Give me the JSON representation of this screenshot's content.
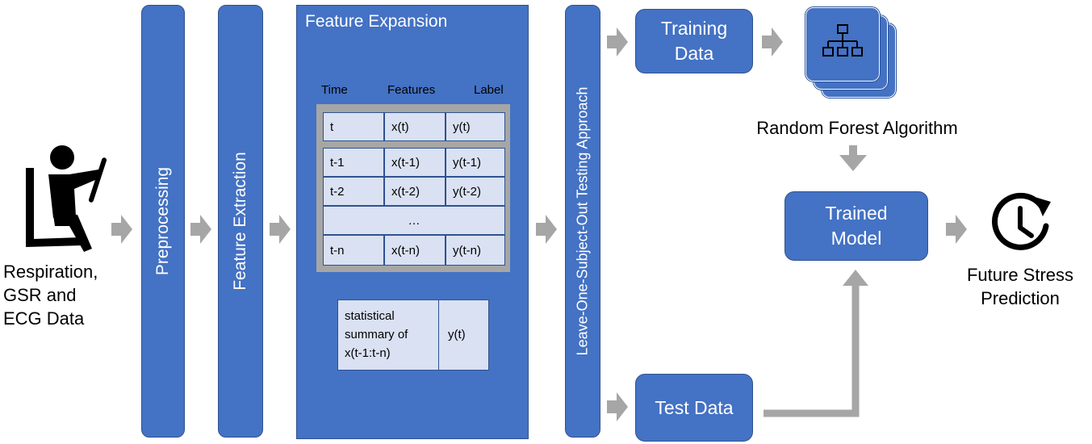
{
  "input": {
    "label_lines": [
      "Respiration,",
      "GSR and",
      "ECG Data"
    ],
    "icon": "person-seated-icon"
  },
  "stages": {
    "preprocessing": "Preprocessing",
    "feature_extraction": "Feature Extraction",
    "feature_expansion": "Feature Expansion",
    "loso": "Leave-One-Subject-Out Testing Approach"
  },
  "table": {
    "headers": {
      "time": "Time",
      "features": "Features",
      "label": "Label"
    },
    "current_row": [
      "t",
      "x(t)",
      "y(t)"
    ],
    "rows": [
      [
        "t-1",
        "x(t-1)",
        "y(t-1)"
      ],
      [
        "t-2",
        "x(t-2)",
        "y(t-2)"
      ]
    ],
    "ellipsis": "…",
    "last_row": [
      "t-n",
      "x(t-n)",
      "y(t-n)"
    ]
  },
  "summary": {
    "lines": [
      "statistical",
      "summary of",
      "x(t-1:t-n)"
    ],
    "label": "y(t)"
  },
  "training_data": [
    "Training",
    "Data"
  ],
  "test_data": "Test Data",
  "algorithm": {
    "label": "Random Forest Algorithm",
    "icon": "hierarchy-tree-icon"
  },
  "trained_model": [
    "Trained",
    "Model"
  ],
  "output": {
    "label_lines": [
      "Future Stress",
      "Prediction"
    ],
    "icon": "clock-refresh-icon"
  },
  "colors": {
    "box": "#4472c4",
    "box_border": "#2f528f",
    "cell": "#d9e1f2",
    "arrow": "#a6a6a6"
  }
}
